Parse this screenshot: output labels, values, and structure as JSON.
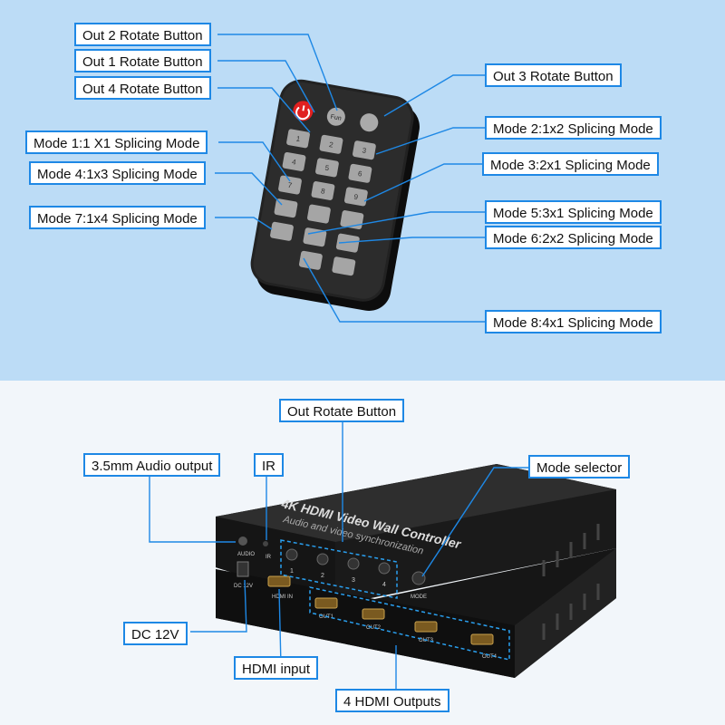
{
  "remote_labels": {
    "out2_rotate": "Out 2 Rotate Button",
    "out1_rotate": "Out 1 Rotate Button",
    "out4_rotate": "Out 4 Rotate Button",
    "out3_rotate": "Out 3 Rotate Button",
    "mode1": "Mode 1:1 X1 Splicing Mode",
    "mode4": "Mode 4:1x3 Splicing Mode",
    "mode7": "Mode 7:1x4 Splicing Mode",
    "mode2": "Mode 2:1x2 Splicing Mode",
    "mode3": "Mode 3:2x1 Splicing Mode",
    "mode5": "Mode 5:3x1 Splicing Mode",
    "mode6": "Mode 6:2x2 Splicing Mode",
    "mode8": "Mode 8:4x1 Splicing Mode"
  },
  "remote_keys": {
    "fun": "Fun",
    "digits": [
      "1",
      "2",
      "3",
      "4",
      "5",
      "6",
      "7",
      "8",
      "9"
    ]
  },
  "device_labels": {
    "out_rotate": "Out Rotate Button",
    "audio_output": "3.5mm Audio output",
    "ir": "IR",
    "mode_selector": "Mode selector",
    "dc": "DC 12V",
    "hdmi_input": "HDMI input",
    "hdmi_outputs": "4 HDMI Outputs"
  },
  "device_text": {
    "title": "4K HDMI Video Wall Controller",
    "subtitle": "Audio and video synchronization",
    "port_audio": "AUDIO",
    "port_ir": "IR",
    "port_mode": "MODE",
    "port_dc": "DC 12V",
    "port_hdmi_in": "HDMI IN",
    "out_ports": [
      "OUT1",
      "OUT2",
      "OUT3",
      "OUT4"
    ],
    "rotate_numbers": [
      "1",
      "2",
      "3",
      "4"
    ]
  },
  "colors": {
    "accent": "#1e88e5",
    "top_background": "#bcdcf6",
    "bottom_background": "#f2f6fa",
    "remote_body": "#1c1c1c",
    "power_key": "#e02020"
  }
}
